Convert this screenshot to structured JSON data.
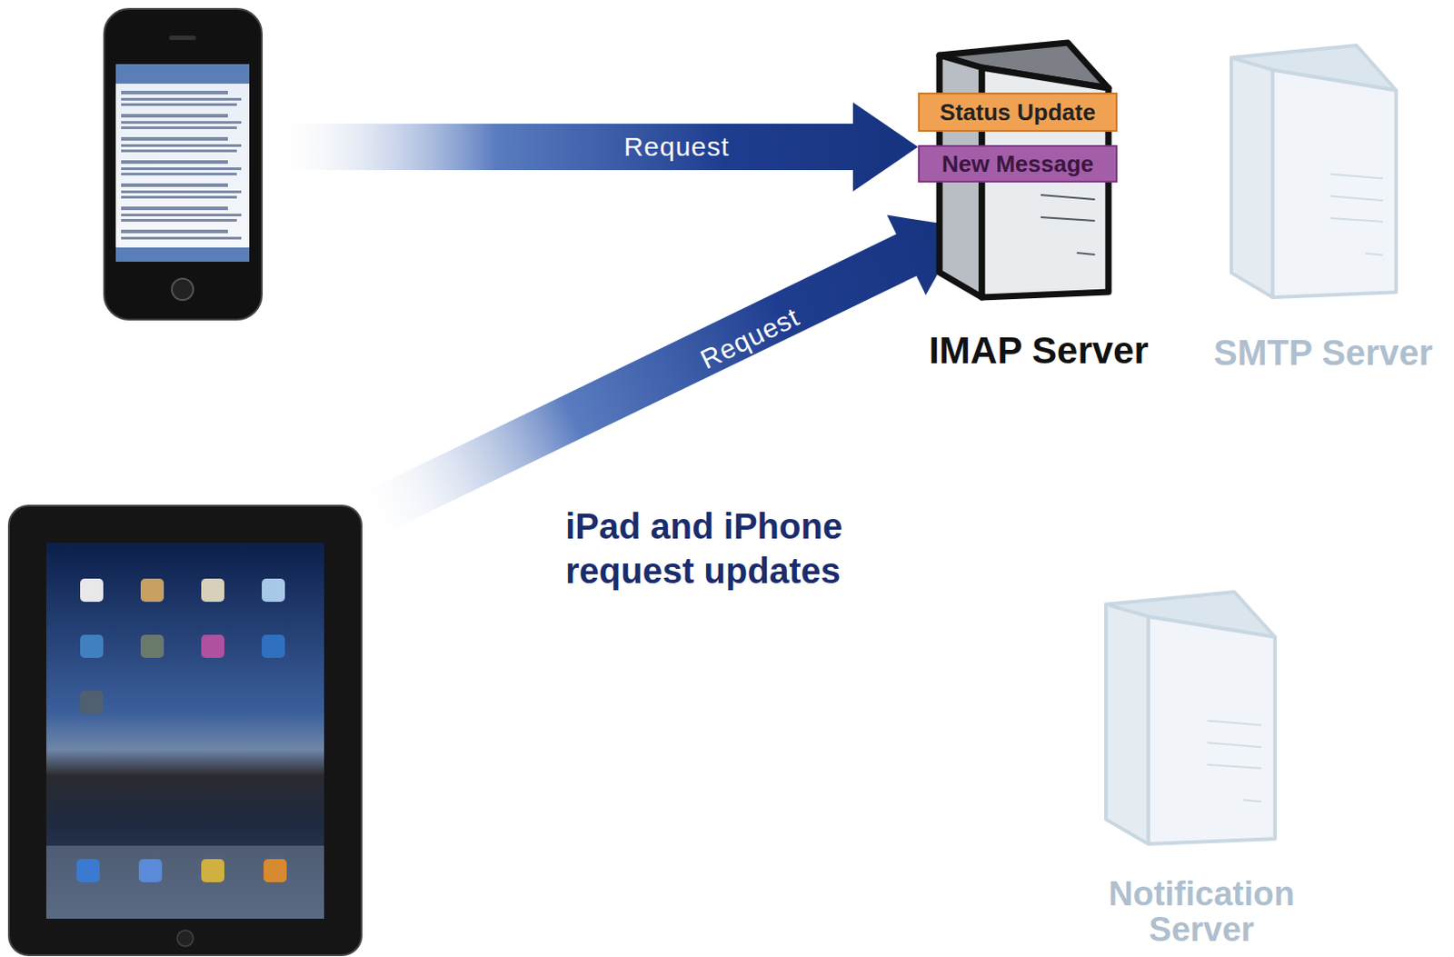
{
  "diagram": {
    "nodes": [
      {
        "text": [
          "IMAP Server"
        ]
      },
      {
        "text": [
          "Status Update"
        ],
        "in": 0
      },
      {
        "text": [
          "New Message"
        ],
        "in": 0
      },
      {
        "text": [
          "SMTP Server"
        ]
      },
      {
        "text": [
          "Notification Server"
        ]
      }
    ],
    "labels": [
      "Request",
      "Request",
      "iPad and iPhone request updates"
    ]
  }
}
